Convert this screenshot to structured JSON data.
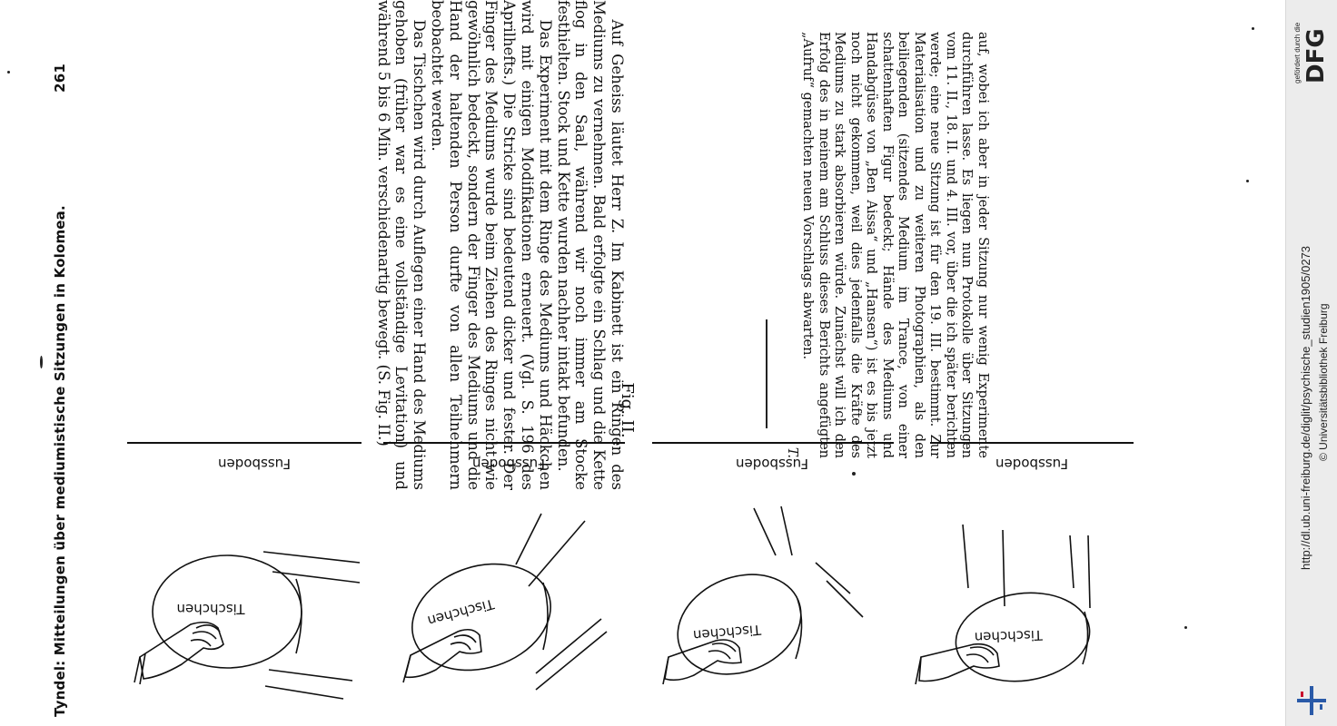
{
  "header": {
    "title": "Tyndel: Mitteilungen über mediumistische Sitzungen in Kolomea.",
    "page_number": "261"
  },
  "upper_block": {
    "paragraphs": [
      "Auf Geheiss läutet Herr Z. Im Kabinett ist ein Ringen des Mediums zu vernehmen. Bald erfolgte ein Schlag und die Kette flog in den Saal, während wir noch immer am Stocke festhielten. Stock und Kette wurden nachher intakt befunden.",
      "Das Experiment mit dem Ringe des Mediums und Häckchen wird mit einigen Modifikationen erneuert. (Vgl. S. 196 des Aprilhefts.) Die Stricke sind bedeutend dicker und fester. Der Finger des Mediums wurde beim Ziehen des Ringes nicht wie gewöhnlich bedeckt, sondern der Finger des Mediums und die Hand der haltenden Person durfte von allen Teilnehmern beobachtet werden.",
      "Das Tischchen wird durch Auflegen einer Hand des Mediums gehoben (früher war es eine vollständige Levitation) und während 5 bis 6 Min. verschiedenartig bewegt. (S. Fig. II.)"
    ]
  },
  "lower_block": {
    "paragraph": "auf, wobei ich aber in jeder Sitzung nur wenig Experimente durchführen lasse. Es liegen nun Protokolle über Sitzungen vom 11. II., 18. II. und 4. III. vor, über die ich später berichten werde; eine neue Sitzung ist für den 19. III. bestimmt. Zur Materialisation und zu weiteren Photographien, als den beiliegenden (sitzendes Medium im Trance, von einer schattenhaften Figur bedeckt; Hände des Mediums und Handabgüsse von „Ben Aissa“ und „Hansen“) ist es bis jetzt noch nicht gekommen, weil dies jedenfalls die Kräfte des Mediums zu stark absorbieren würde. Zunächst will ich den Erfolg des in meinem am Schluss dieses Berichts angefügten „Aufruf“ gemachten neuen Vorschlags abwarten.",
    "signature": "T."
  },
  "figure": {
    "caption": "Fig. II.",
    "panels": [
      {
        "floor_label": "Fussboden",
        "table_label": "Tischchen"
      },
      {
        "floor_label": "Fussboden",
        "table_label": "Tischchen"
      },
      {
        "floor_label": "Fussboden",
        "table_label": "Tischchen"
      },
      {
        "floor_label": "Fussboden",
        "table_label": "Tischchen"
      }
    ]
  },
  "sidebar": {
    "url": "http://dl.ub.uni-freiburg.de/diglit/psychische_studien1905/0273",
    "copyright": "© Universitätsbibliothek Freiburg",
    "funded_by": "gefördert durch die",
    "funder_logo": "DFG",
    "library_logo": "ub-freiburg-logo-icon"
  }
}
